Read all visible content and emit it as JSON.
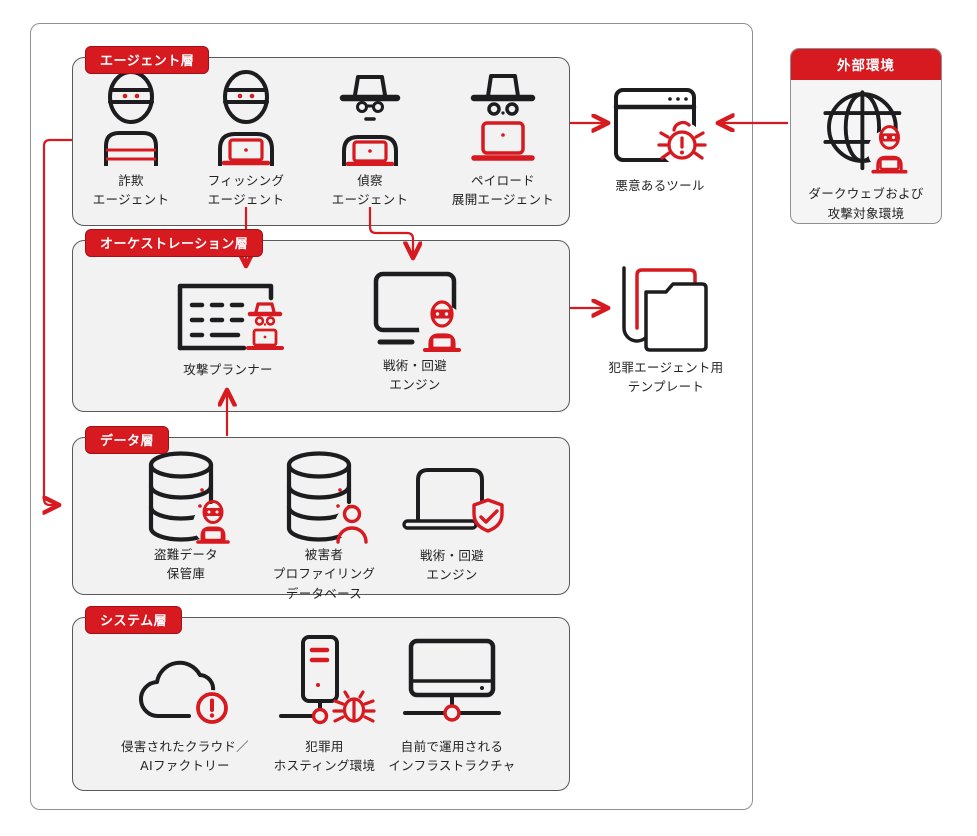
{
  "colors": {
    "accent_red": "#d71920",
    "panel_fill": "#f2f2f3",
    "panel_border": "#58595b",
    "outer_border": "#8f9093",
    "text": "#222222"
  },
  "layers": [
    {
      "label": "エージェント層",
      "items": [
        {
          "icon": "fraud-agent-icon",
          "caption": "詐欺\nエージェント"
        },
        {
          "icon": "phishing-agent-icon",
          "caption": "フィッシング\nエージェント"
        },
        {
          "icon": "recon-agent-icon",
          "caption": "偵察\nエージェント"
        },
        {
          "icon": "payload-agent-icon",
          "caption": "ペイロード\n展開エージェント"
        }
      ]
    },
    {
      "label": "オーケストレーション層",
      "items": [
        {
          "icon": "attack-planner-icon",
          "caption": "攻撃プランナー"
        },
        {
          "icon": "tactics-evasion-engine-icon",
          "caption": "戦術・回避\nエンジン"
        }
      ]
    },
    {
      "label": "データ層",
      "items": [
        {
          "icon": "stolen-data-vault-icon",
          "caption": "盗難データ\n保管庫"
        },
        {
          "icon": "victim-profiling-database-icon",
          "caption": "被害者\nプロファイリング\nデータベース"
        },
        {
          "icon": "tactics-evasion-shield-icon",
          "caption": "戦術・回避\nエンジン"
        }
      ]
    },
    {
      "label": "システム層",
      "items": [
        {
          "icon": "compromised-cloud-icon",
          "caption": "侵害されたクラウド／\nAIファクトリー"
        },
        {
          "icon": "criminal-hosting-icon",
          "caption": "犯罪用\nホスティング環境"
        },
        {
          "icon": "self-operated-infra-icon",
          "caption": "自前で運用される\nインフラストラクチャ"
        }
      ]
    }
  ],
  "standalone": {
    "malicious_tool": {
      "icon": "malicious-tool-icon",
      "caption": "悪意あるツール"
    },
    "criminal_agent_template": {
      "icon": "criminal-template-folder-icon",
      "caption": "犯罪エージェント用\nテンプレート"
    }
  },
  "external": {
    "label": "外部環境",
    "item": {
      "icon": "darkweb-globe-hacker-icon",
      "caption": "ダークウェブおよび\n攻撃対象環境"
    }
  }
}
